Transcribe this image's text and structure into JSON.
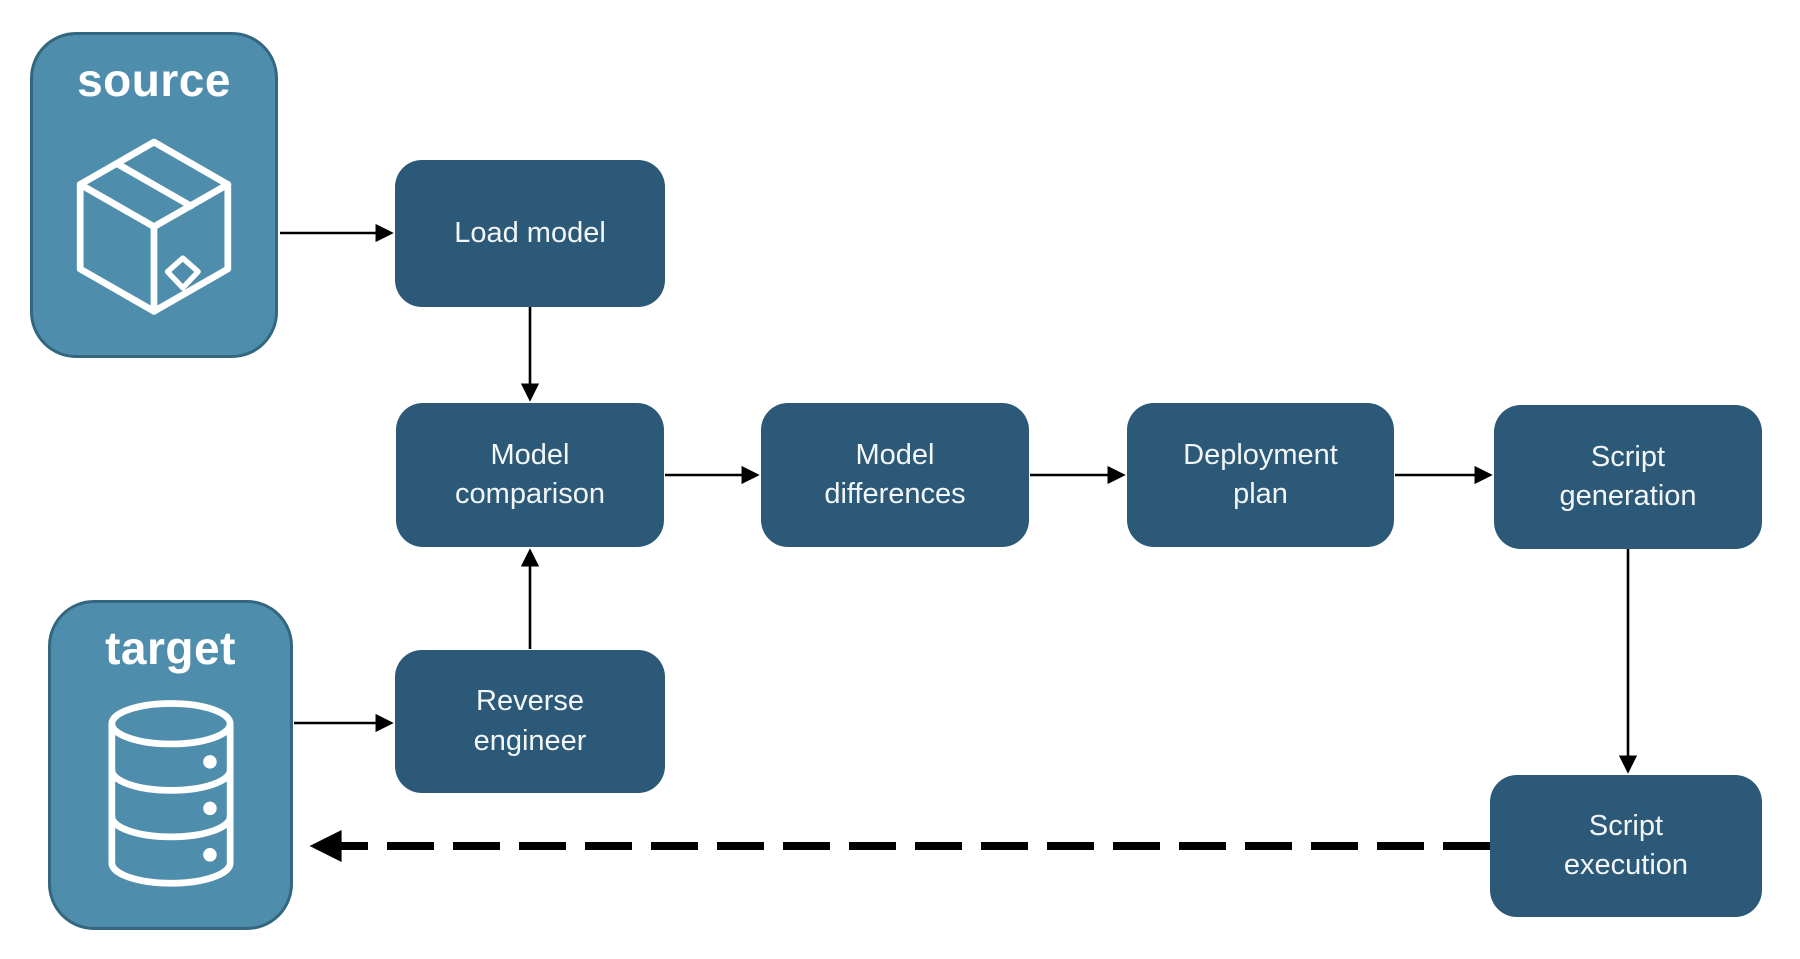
{
  "diagram": {
    "background": "#ffffff",
    "colors": {
      "node_fill": "#2c5977",
      "node_text": "#f2f6f8",
      "container_fill": "#4e8dac",
      "container_border": "#33677f",
      "container_text": "#ffffff",
      "arrow": "#000000"
    },
    "containers": {
      "source": {
        "label": "source",
        "icon": "package-icon"
      },
      "target": {
        "label": "target",
        "icon": "database-icon"
      }
    },
    "nodes": {
      "load_model": {
        "label": "Load model"
      },
      "model_comparison": {
        "label": "Model comparison"
      },
      "model_differences": {
        "label": "Model differences"
      },
      "deployment_plan": {
        "label": "Deployment plan"
      },
      "script_generation": {
        "label": "Script generation"
      },
      "reverse_engineer": {
        "label": "Reverse engineer"
      },
      "script_execution": {
        "label": "Script execution"
      }
    },
    "edges": [
      {
        "from": "source",
        "to": "load_model",
        "style": "solid"
      },
      {
        "from": "load_model",
        "to": "model_comparison",
        "style": "solid"
      },
      {
        "from": "model_comparison",
        "to": "model_differences",
        "style": "solid"
      },
      {
        "from": "model_differences",
        "to": "deployment_plan",
        "style": "solid"
      },
      {
        "from": "deployment_plan",
        "to": "script_generation",
        "style": "solid"
      },
      {
        "from": "script_generation",
        "to": "script_execution",
        "style": "solid"
      },
      {
        "from": "target",
        "to": "reverse_engineer",
        "style": "solid"
      },
      {
        "from": "reverse_engineer",
        "to": "model_comparison",
        "style": "solid"
      },
      {
        "from": "script_execution",
        "to": "target",
        "style": "dashed"
      }
    ]
  }
}
